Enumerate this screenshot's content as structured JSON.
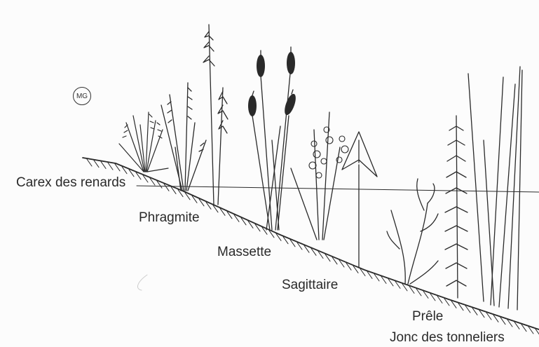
{
  "labels": {
    "carex": "Carex des renards",
    "phragmite": "Phragmite",
    "massette": "Massette",
    "sagittaire": "Sagittaire",
    "prele": "Prêle",
    "jonc": "Jonc des tonneliers"
  },
  "signature": "MG",
  "colors": {
    "ink": "#2a2a2a",
    "paper": "#fcfcfc"
  }
}
